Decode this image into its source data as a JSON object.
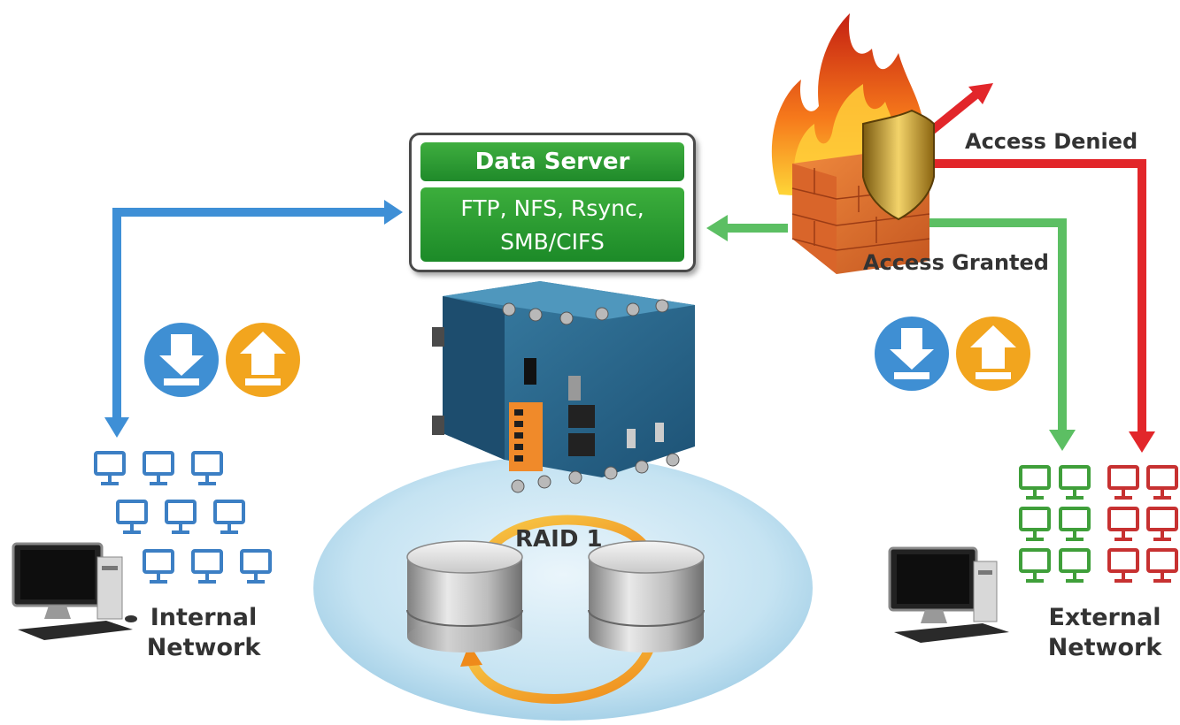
{
  "data_server": {
    "title": "Data Server",
    "protocols_line1": "FTP, NFS, Rsync,",
    "protocols_line2": "SMB/CIFS"
  },
  "raid": {
    "label": "RAID 1"
  },
  "firewall": {
    "denied_label": "Access Denied",
    "granted_label": "Access Granted"
  },
  "internal_network": {
    "line1": "Internal",
    "line2": "Network"
  },
  "external_network": {
    "line1": "External",
    "line2": "Network"
  },
  "colors": {
    "internal_arrow": "#3e8fd6",
    "granted_arrow": "#5cbf63",
    "denied_arrow": "#e2262a",
    "download_icon": "#3f8fd3",
    "upload_icon": "#f2a51e",
    "internal_monitor": "#3c7fc4",
    "external_allowed_monitor": "#3f9f3a",
    "external_denied_monitor": "#c73131"
  }
}
